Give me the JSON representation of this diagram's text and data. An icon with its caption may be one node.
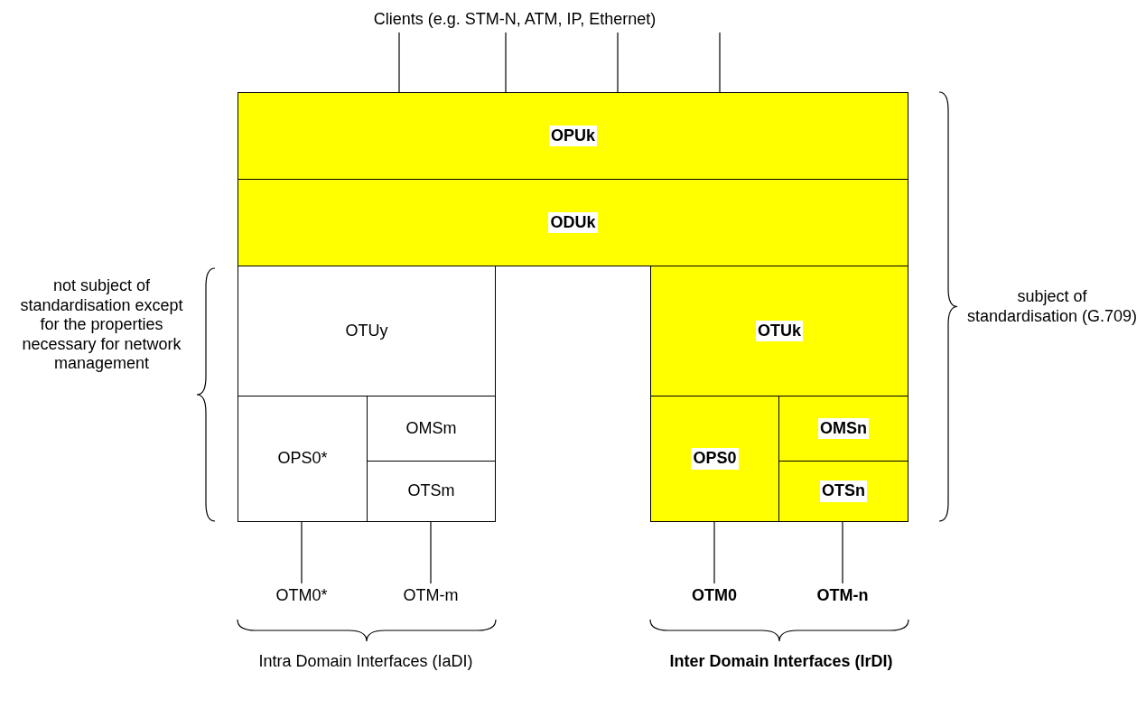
{
  "diagram": {
    "nodes": [
      {
        "text": [
          "Clients (e.g. STM-N, ATM, IP, Ethernet)"
        ]
      },
      {
        "text": [
          "OPUk"
        ]
      },
      {
        "text": [
          "ODUk"
        ]
      },
      {
        "text": [
          "OTUy"
        ]
      },
      {
        "text": [
          "OPS0*"
        ]
      },
      {
        "text": [
          "OMSm"
        ]
      },
      {
        "text": [
          "OTSm"
        ]
      },
      {
        "text": [
          "OTUk"
        ]
      },
      {
        "text": [
          "OPS0"
        ]
      },
      {
        "text": [
          "OMSn"
        ]
      },
      {
        "text": [
          "OTSn"
        ]
      },
      {
        "text": [
          "OTM0*"
        ]
      },
      {
        "text": [
          "OTM-m"
        ]
      },
      {
        "text": [
          "OTM0"
        ]
      },
      {
        "text": [
          "OTM-n"
        ]
      }
    ],
    "edges": [
      {
        "from": 0,
        "to": 1,
        "arrow": "none"
      },
      {
        "from": 0,
        "to": 1,
        "arrow": "none"
      },
      {
        "from": 0,
        "to": 1,
        "arrow": "none"
      },
      {
        "from": 0,
        "to": 1,
        "arrow": "none"
      },
      {
        "from": 4,
        "to": 11,
        "arrow": "none"
      },
      {
        "from": 6,
        "to": 12,
        "arrow": "none"
      },
      {
        "from": 8,
        "to": 13,
        "arrow": "none"
      },
      {
        "from": 10,
        "to": 14,
        "arrow": "none"
      }
    ],
    "labels": [
      "not subject of standardisation except for the properties necessary for network management",
      "subject of standardisation (G.709)",
      "Intra Domain Interfaces (IaDI)",
      "Inter Domain Interfaces (IrDI)"
    ]
  }
}
